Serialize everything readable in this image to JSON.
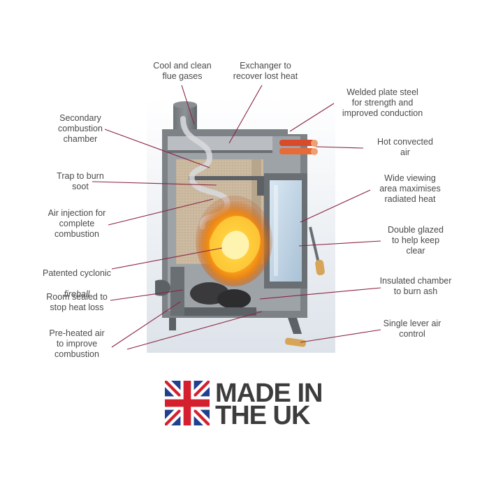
{
  "labels": {
    "flue_gases": "Cool and clean\nflue gases",
    "exchanger": "Exchanger to\nrecover lost heat",
    "welded_steel": "Welded plate steel\nfor strength and\nimproved conduction",
    "secondary_chamber": "Secondary\ncombustion\nchamber",
    "hot_air": "Hot convected\nair",
    "trap_soot": "Trap to burn\nsoot",
    "viewing_area": "Wide viewing\narea maximises\nradiated heat",
    "air_injection": "Air injection for\ncomplete\ncombustion",
    "double_glazed": "Double glazed\nto help keep\nclear",
    "cyclonic_line1": "Patented cyclonic",
    "cyclonic_line2": "fireball",
    "insulated_chamber": "Insulated chamber\nto burn ash",
    "room_sealed": "Room sealed to\nstop heat loss",
    "single_lever": "Single lever air\ncontrol",
    "preheated_air": "Pre-heated air\nto improve\ncombustion"
  },
  "badge": {
    "line1": "MADE IN",
    "line2": "THE UK"
  },
  "colors": {
    "leader_line": "#8a2540",
    "label_text": "#4a4a4a",
    "badge_text": "#3c3c3c",
    "flag_blue": "#1f3f8f",
    "flag_red": "#d4202e"
  }
}
